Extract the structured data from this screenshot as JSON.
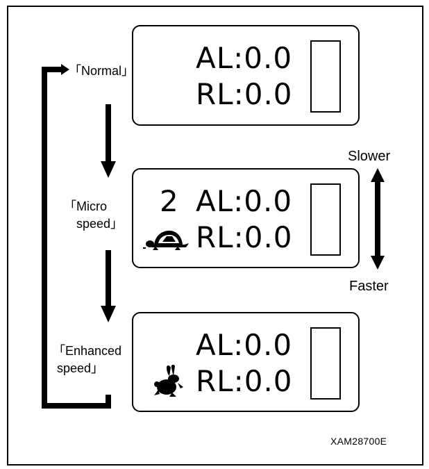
{
  "modes": [
    {
      "label": "「Normal」"
    },
    {
      "label_line1": "「Micro",
      "label_line2": "speed」"
    },
    {
      "label_line1": "「Enhanced",
      "label_line2": "speed」"
    }
  ],
  "displays": [
    {
      "al": "AL:0.0",
      "rl": "RL:0.0",
      "number": ""
    },
    {
      "al": "AL:0.0",
      "rl": "RL:0.0",
      "number": "2",
      "icon": "turtle-icon"
    },
    {
      "al": "AL:0.0",
      "rl": "RL:0.0",
      "number": "",
      "icon": "rabbit-icon"
    }
  ],
  "speed_scale": {
    "top": "Slower",
    "bottom": "Faster"
  },
  "figure_code": "XAM28700E"
}
